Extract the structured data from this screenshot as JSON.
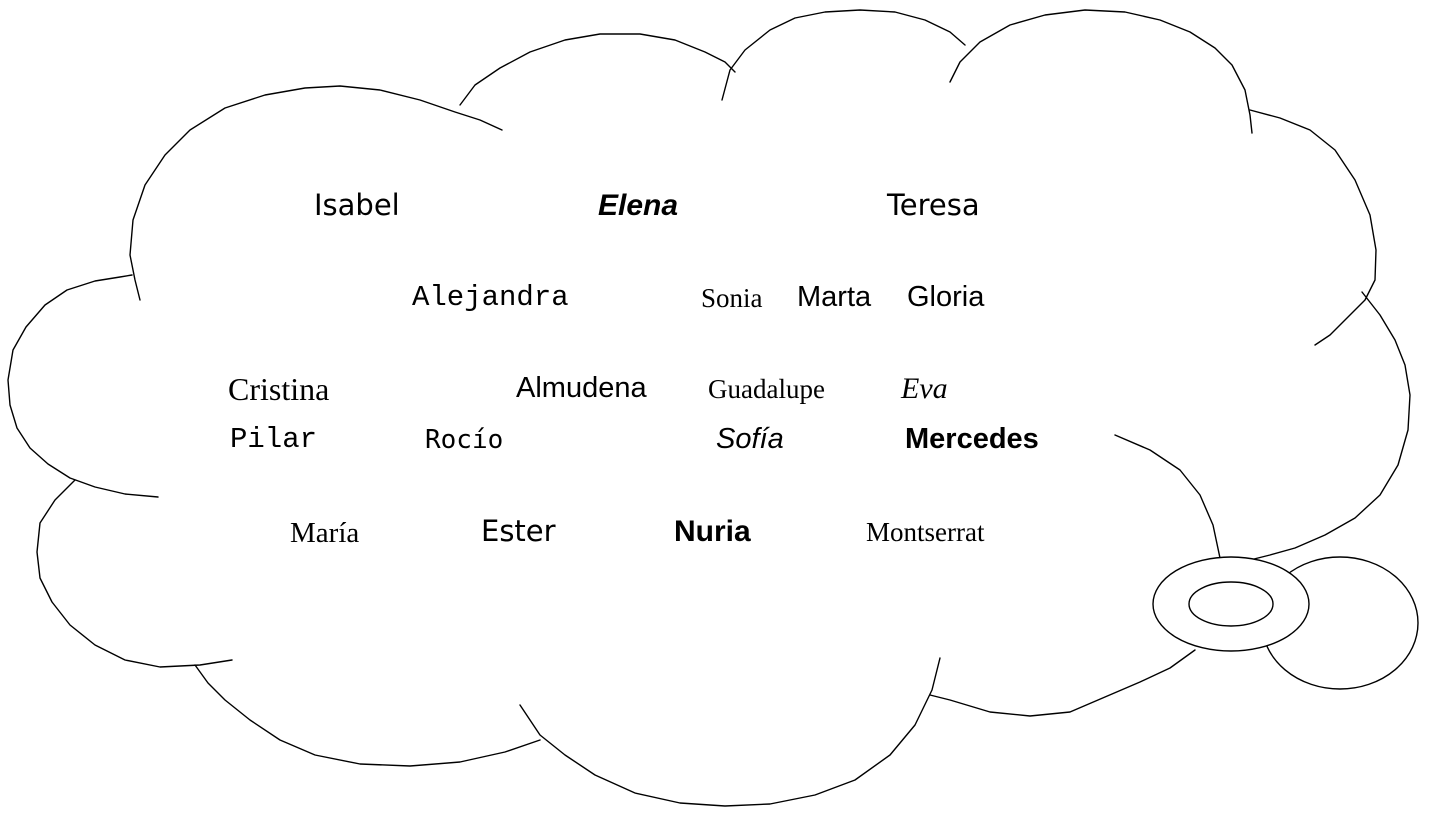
{
  "names": {
    "isabel": "Isabel",
    "elena": "Elena",
    "teresa": "Teresa",
    "alejandra": "Alejandra",
    "sonia": "Sonia",
    "marta": "Marta",
    "gloria": "Gloria",
    "cristina": "Cristina",
    "almudena": "Almudena",
    "guadalupe": "Guadalupe",
    "eva": "Eva",
    "pilar": "Pilar",
    "rocio": "Rocío",
    "sofia": "Sofía",
    "mercedes": "Mercedes",
    "maria": "María",
    "ester": "Ester",
    "nuria": "Nuria",
    "montserrat": "Montserrat"
  }
}
